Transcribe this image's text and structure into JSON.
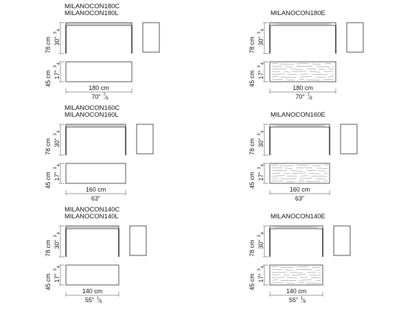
{
  "models": [
    {
      "codes": [
        "MILANOCON180C",
        "MILANOCON180L"
      ],
      "variant": "plain",
      "height_cm": "78 cm",
      "height_in": "30\"",
      "height_in_frac": [
        "3",
        "4"
      ],
      "depth_cm": "45 cm",
      "depth_in": "17\"",
      "depth_in_frac": [
        "3",
        "4"
      ],
      "width_cm": "180 cm",
      "width_in": "70\"",
      "width_in_frac": [
        "7",
        "8"
      ]
    },
    {
      "codes": [
        "MILANOCON180E"
      ],
      "variant": "wood",
      "height_cm": "78 cm",
      "height_in": "30\"",
      "height_in_frac": [
        "3",
        "4"
      ],
      "depth_cm": "45 cm",
      "depth_in": "17\"",
      "depth_in_frac": [
        "3",
        "4"
      ],
      "width_cm": "180 cm",
      "width_in": "70\"",
      "width_in_frac": [
        "7",
        "8"
      ]
    },
    {
      "codes": [
        "MILANOCON160C",
        "MILANOCON160L"
      ],
      "variant": "plain",
      "height_cm": "78 cm",
      "height_in": "30\"",
      "height_in_frac": [
        "3",
        "4"
      ],
      "depth_cm": "45 cm",
      "depth_in": "17\"",
      "depth_in_frac": [
        "3",
        "4"
      ],
      "width_cm": "160 cm",
      "width_in": "63\"",
      "width_in_frac": null
    },
    {
      "codes": [
        "MILANOCON160E"
      ],
      "variant": "wood",
      "height_cm": "78 cm",
      "height_in": "30\"",
      "height_in_frac": [
        "3",
        "4"
      ],
      "depth_cm": "45 cm",
      "depth_in": "17\"",
      "depth_in_frac": [
        "3",
        "4"
      ],
      "width_cm": "160 cm",
      "width_in": "63\"",
      "width_in_frac": null
    },
    {
      "codes": [
        "MILANOCON140C",
        "MILANOCON140L"
      ],
      "variant": "plain",
      "height_cm": "78 cm",
      "height_in": "30\"",
      "height_in_frac": [
        "3",
        "4"
      ],
      "depth_cm": "45 cm",
      "depth_in": "17\"",
      "depth_in_frac": [
        "3",
        "4"
      ],
      "width_cm": "140 cm",
      "width_in": "55\"",
      "width_in_frac": [
        "1",
        "8"
      ]
    },
    {
      "codes": [
        "MILANOCON140E"
      ],
      "variant": "wood",
      "height_cm": "78 cm",
      "height_in": "30\"",
      "height_in_frac": [
        "3",
        "4"
      ],
      "depth_cm": "45 cm",
      "depth_in": "17\"",
      "depth_in_frac": [
        "3",
        "4"
      ],
      "width_cm": "140 cm",
      "width_in": "55\"",
      "width_in_frac": [
        "1",
        "8"
      ]
    }
  ]
}
